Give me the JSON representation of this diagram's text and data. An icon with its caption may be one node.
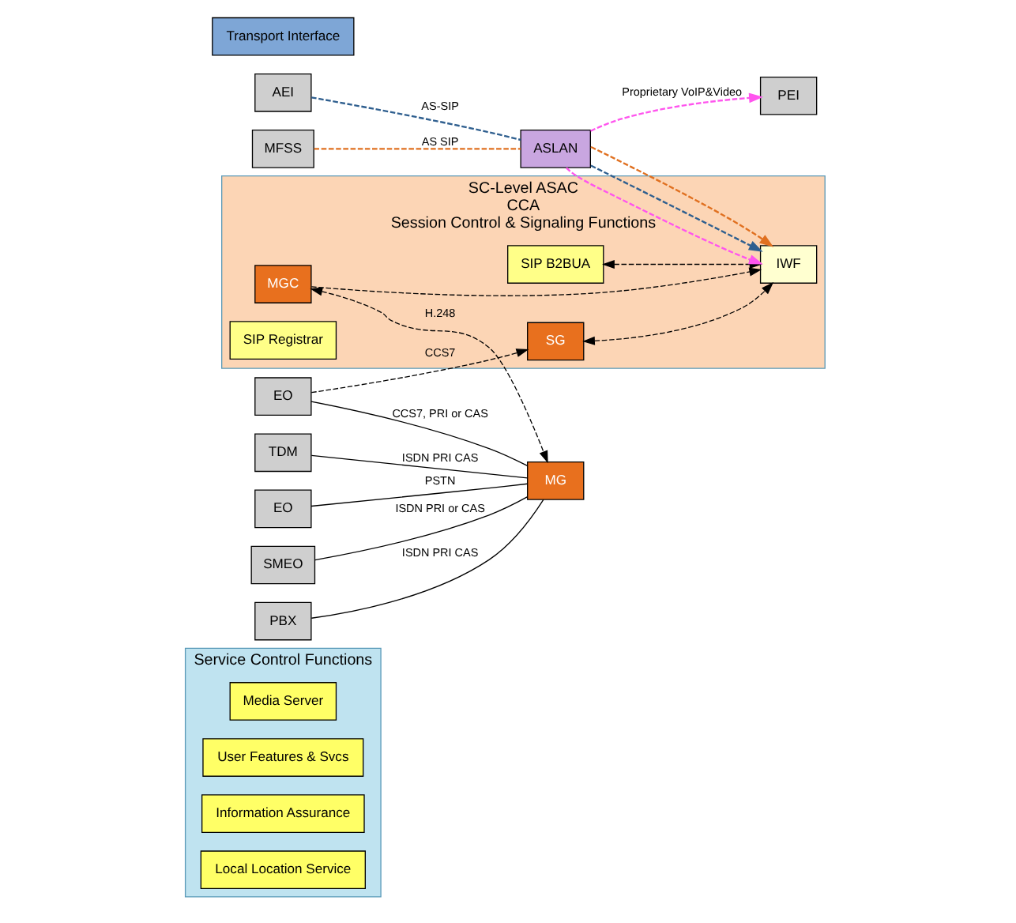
{
  "diagram": {
    "nodes": [
      {
        "text": [
          "Service Control Functions"
        ]
      },
      {
        "text": [
          "Media Server"
        ],
        "in": 0
      },
      {
        "text": [
          "User Features & Svcs"
        ],
        "in": 0
      },
      {
        "text": [
          "Information Assurance"
        ],
        "in": 0
      },
      {
        "text": [
          "Local Location Service"
        ],
        "in": 0
      },
      {
        "text": [
          "SC-Level ASAC",
          "CCA",
          "Session Control & Signaling Functions"
        ]
      },
      {
        "text": [
          "SG"
        ],
        "in": 5
      },
      {
        "text": [
          "MGC"
        ],
        "in": 5
      },
      {
        "text": [
          "IWF"
        ],
        "in": 5
      },
      {
        "text": [
          "SIP B2BUA"
        ],
        "in": 5
      },
      {
        "text": [
          "SIP Registrar"
        ],
        "in": 5
      },
      {
        "text": [
          "PEI"
        ]
      },
      {
        "text": [
          "Transport Interface"
        ]
      },
      {
        "text": [
          "EO"
        ]
      },
      {
        "text": [
          "SMEO"
        ]
      },
      {
        "text": [
          "PBX"
        ]
      },
      {
        "text": [
          "EO"
        ]
      },
      {
        "text": [
          "TDM"
        ]
      },
      {
        "text": [
          "MG"
        ]
      },
      {
        "text": [
          "AEI"
        ]
      },
      {
        "text": [
          "ASLAN"
        ]
      },
      {
        "text": [
          "MFSS"
        ]
      }
    ],
    "edges": [
      {
        "from": 13,
        "to": 18,
        "arrow": "none",
        "label": "CCS7, PRI or CAS"
      },
      {
        "from": 14,
        "to": 18,
        "arrow": "none",
        "label": "ISDN PRI or CAS"
      },
      {
        "from": 15,
        "to": 18,
        "arrow": "none",
        "label": "ISDN PRI CAS"
      },
      {
        "from": 16,
        "to": 18,
        "arrow": "none",
        "label": "PSTN"
      },
      {
        "from": 17,
        "to": 18,
        "arrow": "none",
        "label": "ISDN PRI CAS"
      },
      {
        "from": 13,
        "to": 6,
        "arrow": "to",
        "label": "CCS7",
        "style": "dashed"
      },
      {
        "from": 7,
        "to": 18,
        "arrow": "both",
        "label": "H.248",
        "style": "dashed"
      },
      {
        "from": 7,
        "to": 8,
        "arrow": "to",
        "style": "dashed"
      },
      {
        "from": 6,
        "to": 8,
        "arrow": "both",
        "style": "dashed"
      },
      {
        "from": 9,
        "to": 8,
        "arrow": "both",
        "style": "dashed"
      },
      {
        "from": 20,
        "to": 11,
        "arrow": "to",
        "label": "Proprietary VoIP&Video",
        "style": "dashed",
        "color": "#ff55ee"
      },
      {
        "from": 20,
        "to": 8,
        "arrow": "to",
        "style": "dashed",
        "color": "#ff55ee"
      },
      {
        "from": 19,
        "to": 20,
        "arrow": "none",
        "label": "AS-SIP",
        "style": "dashed",
        "color": "#2f5f8f"
      },
      {
        "from": 20,
        "to": 8,
        "arrow": "to",
        "style": "dashed",
        "color": "#2f5f8f"
      },
      {
        "from": 21,
        "to": 20,
        "arrow": "none",
        "label": "AS SIP",
        "style": "dashed",
        "color": "#e07020"
      },
      {
        "from": 20,
        "to": 8,
        "arrow": "to",
        "style": "dashed",
        "color": "#e07020"
      }
    ]
  }
}
